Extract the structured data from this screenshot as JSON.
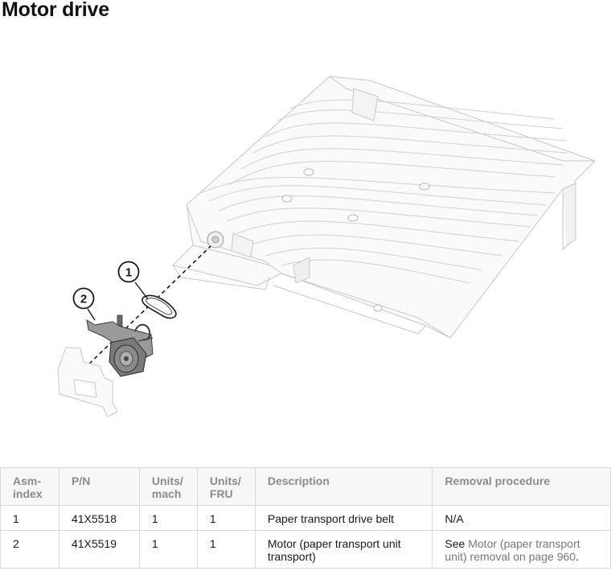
{
  "page": {
    "title": "Motor drive"
  },
  "figure": {
    "callouts": [
      "1",
      "2"
    ],
    "colors": {
      "line": "#c8c8c8",
      "part_fill": "#fafafa",
      "motor_dark": "#4a4a4a",
      "motor_mid": "#8a8a8a",
      "callout_stroke": "#222222"
    }
  },
  "table": {
    "headers": {
      "asm_index": [
        "Asm-",
        "index"
      ],
      "pn": "P/N",
      "units_mach": [
        "Units/",
        "mach"
      ],
      "units_fru": [
        "Units/",
        "FRU"
      ],
      "description": "Description",
      "removal": "Removal procedure"
    },
    "rows": [
      {
        "asm": "1",
        "pn": "41X5518",
        "units_mach": "1",
        "units_fru": "1",
        "description": "Paper transport drive belt",
        "removal_prefix": "N/A",
        "removal_link": "",
        "removal_suffix": ""
      },
      {
        "asm": "2",
        "pn": "41X5519",
        "units_mach": "1",
        "units_fru": "1",
        "description": "Motor (paper transport unit transport)",
        "removal_prefix": "See ",
        "removal_link": "Motor (paper transport unit) removal on page 960",
        "removal_suffix": "."
      }
    ]
  }
}
